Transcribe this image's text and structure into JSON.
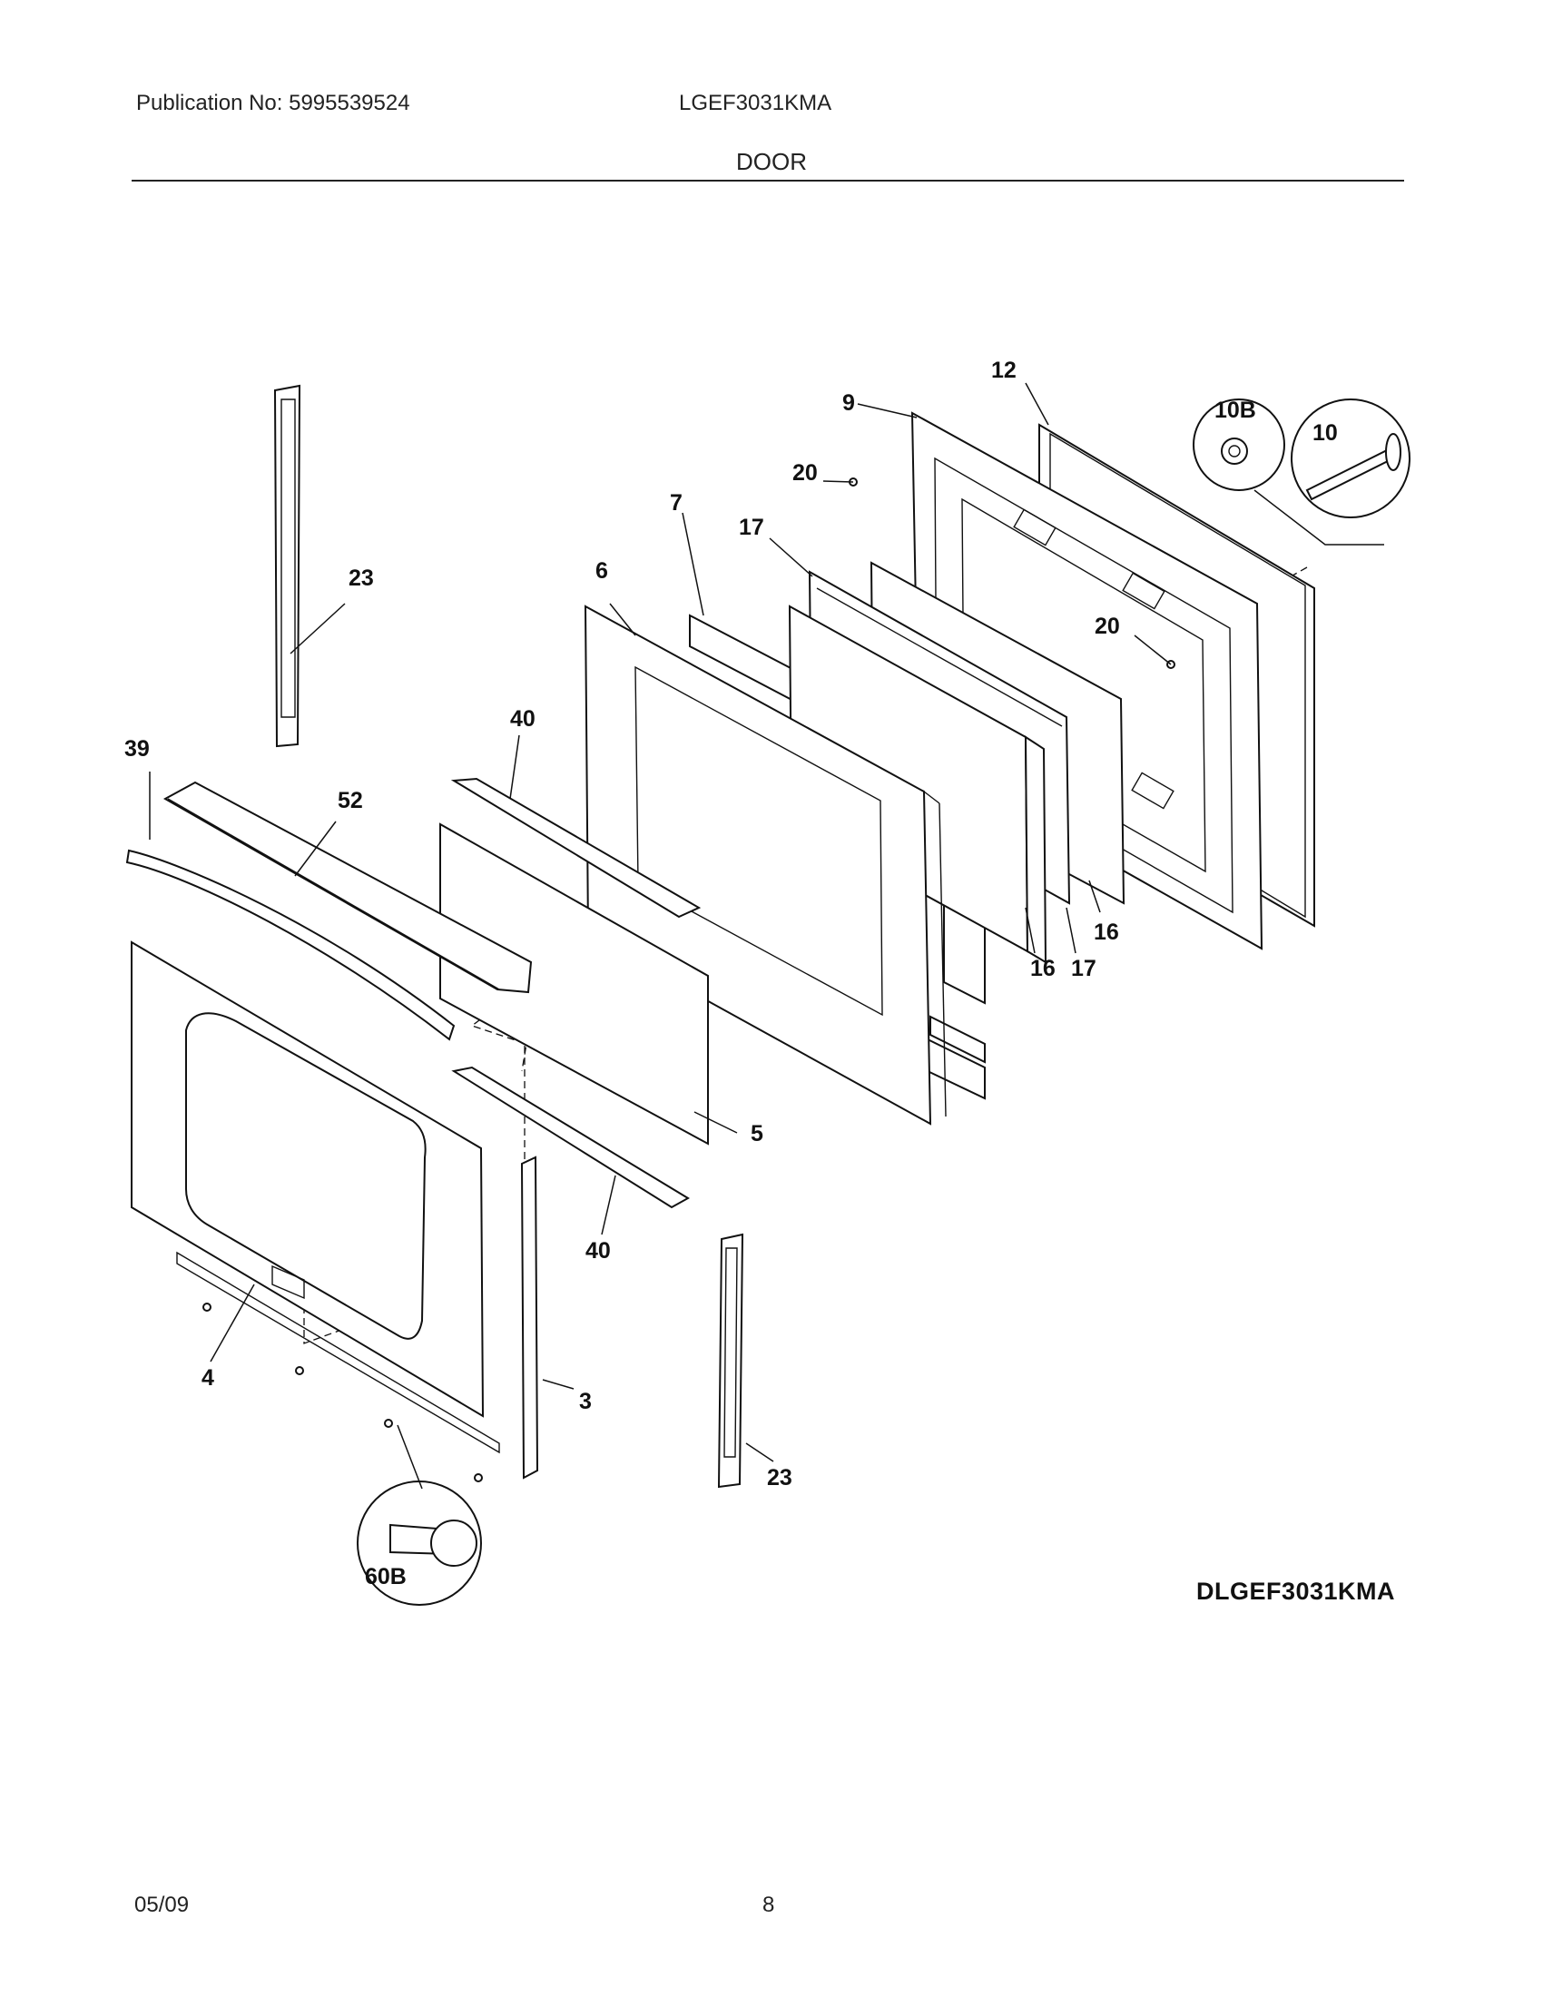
{
  "header": {
    "publication": "Publication No: 5995539524",
    "model": "LGEF3031KMA",
    "section": "DOOR"
  },
  "diagram": {
    "code": "DLGEF3031KMA",
    "callouts": {
      "c12": "12",
      "c9": "9",
      "c10b": "10B",
      "c10": "10",
      "c20a": "20",
      "c7": "7",
      "c17a": "17",
      "c6": "6",
      "c23a": "23",
      "c20b": "20",
      "c40a": "40",
      "c39": "39",
      "c52": "52",
      "c16a": "16",
      "c16b": "16",
      "c17b": "17",
      "c5": "5",
      "c40b": "40",
      "c4": "4",
      "c3": "3",
      "c23b": "23",
      "c60b": "60B"
    }
  },
  "footer": {
    "date": "05/09",
    "page": "8"
  }
}
